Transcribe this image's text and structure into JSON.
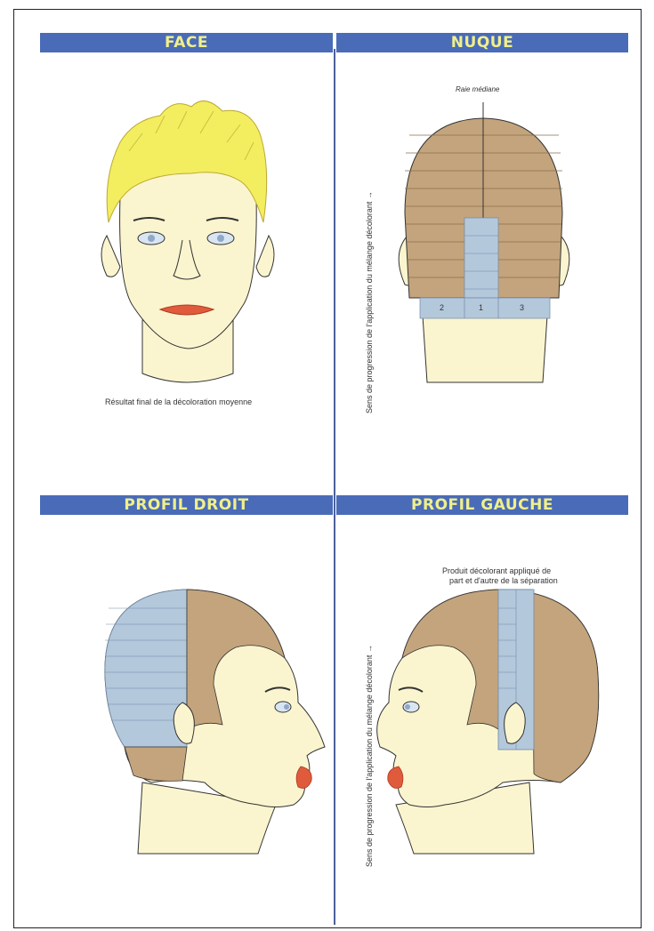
{
  "sections": {
    "face": "FACE",
    "nuque": "NUQUE",
    "profil_droit": "PROFIL DROIT",
    "profil_gauche": "PROFIL GAUCHE"
  },
  "captions": {
    "face_result": "Résultat final de la décoloration moyenne",
    "raie_mediane": "Raie médiane",
    "sens_nuque": "Sens de progression de l'application du mélange décolorant →",
    "sens_profil": "Sens de progression de l'application du mélange décolorant →",
    "produit_line1": "Produit décolorant appliqué de",
    "produit_line2": "part et d'autre de la séparation"
  },
  "zones": [
    "2",
    "1",
    "3"
  ],
  "colors": {
    "bar": "#4a6bb8",
    "bar_text": "#f0f08a",
    "skin": "#fbf5cf",
    "hair_brown": "#c4a47c",
    "hair_blue": "#b4c8dc",
    "hair_blond": "#f3ee60",
    "lips": "#e05a3c"
  }
}
